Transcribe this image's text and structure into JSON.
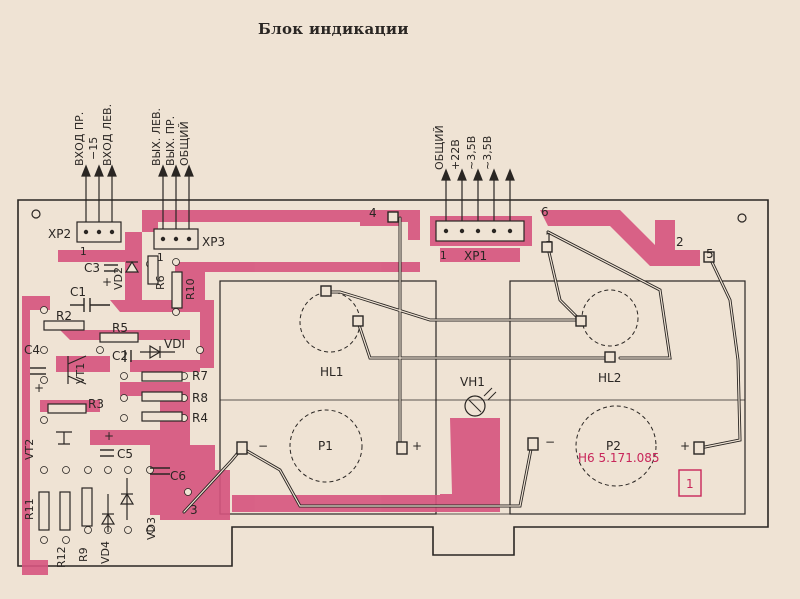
{
  "title": "Блок индикации",
  "connectors": {
    "xp2": {
      "name": "XP2",
      "pins": [
        "ВХОД ПР.",
        "−15",
        "ВХОД ЛЕВ."
      ],
      "pin1": "1"
    },
    "xp3": {
      "name": "XP3",
      "pins": [
        "ВЫХ. ЛЕВ.",
        "ВЫХ. ПР.",
        "ОБЩИЙ"
      ],
      "pin1": "1"
    },
    "xp1": {
      "name": "XP1",
      "pins": [
        "ОБЩИЙ",
        "+22В",
        "~3,5В",
        "~3,5В"
      ],
      "pin1": "1"
    }
  },
  "pads": {
    "p1": "1",
    "p2": "2",
    "p3": "3",
    "p4": "4",
    "p5": "5",
    "p6": "6"
  },
  "components": {
    "c1": "C1",
    "c2": "C2",
    "c3": "C3",
    "c4": "C4",
    "c5": "C5",
    "c6": "C6",
    "r2": "R2",
    "r3": "R3",
    "r4": "R4",
    "r5": "R5",
    "r6": "R6",
    "r7": "R7",
    "r8": "R8",
    "r9": "R9",
    "r10": "R10",
    "r11": "R11",
    "r12": "R12",
    "vd1": "VDI",
    "vd2": "VD2",
    "vd3": "VD3",
    "vd4": "VD4",
    "vt1": "VT1",
    "vt2": "VT2",
    "hl1": "HL1",
    "hl2": "HL2",
    "vh1": "VH1",
    "p1": "P1",
    "p2": "P2"
  },
  "polarity": {
    "minus": "−",
    "plus": "+"
  },
  "stamp": {
    "code": "Н6 5.171.085",
    "number": "1"
  },
  "colors": {
    "background": "#efe3d4",
    "copper": "#d6547e",
    "ink": "#2a2623",
    "stamp": "#c8265a"
  }
}
